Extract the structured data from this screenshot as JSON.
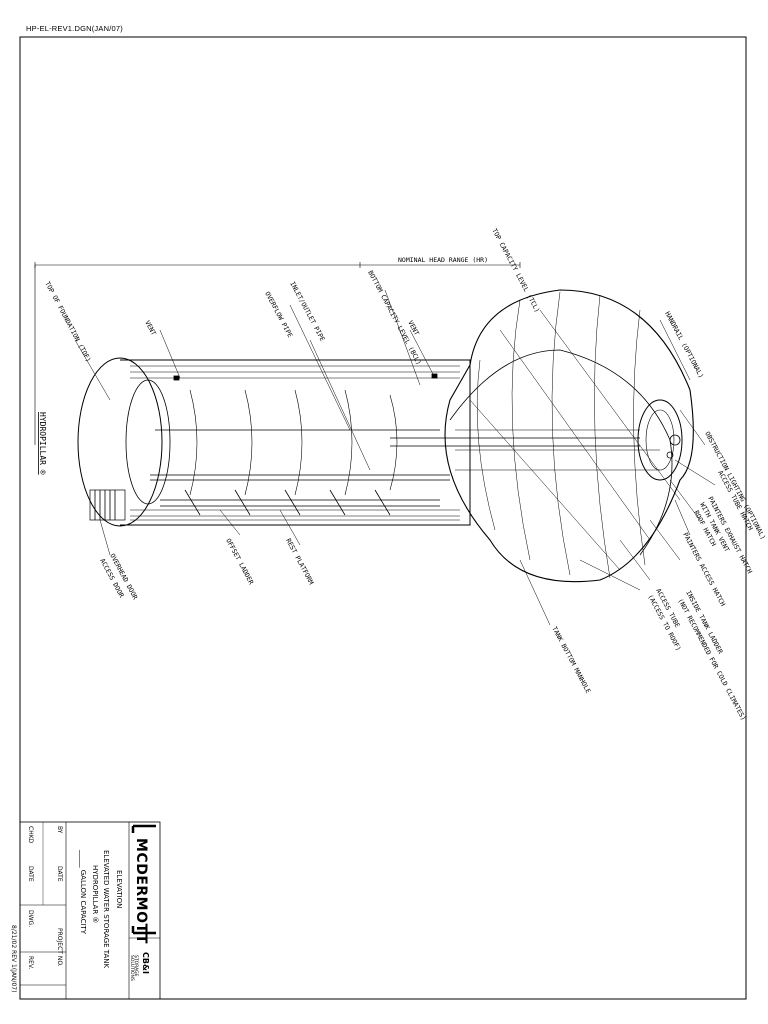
{
  "file_ref": "HP-EL-REV1.DGN(JAN/07)",
  "labels": {
    "top_of_foundation": "TOP OF FOUNDATION (TOF)",
    "nominal_head_range": "NOMINAL HEAD RANGE (HR)",
    "bottom_capacity_level": "BOTTOM CAPACITY LEVEL (BCL)",
    "top_capacity_level": "TOP CAPACITY LEVEL (TCL)",
    "vent_upper": "VENT",
    "vent_lower": "VENT",
    "inlet_outlet_pipe": "INLET/OUTLET PIPE",
    "overflow_pipe": "OVERFLOW PIPE",
    "handrail": "HANDRAIL (OPTIONAL)",
    "obstruction_lighting": "OBSTRUCTION LIGHTING (OPTIONAL)",
    "access_tube_hatch": "ACCESS TUBE HATCH",
    "painters_exhaust_hatch": "PAINTERS EXHAUST HATCH",
    "with_tank_vent": "WITH TANK VENT",
    "roof_hatch": "ROOF HATCH",
    "painters_access_hatch": "PAINTERS ACCESS HATCH",
    "inside_tank_ladder": "INSIDE TANK LADDER",
    "not_recommended": "(NOT RECOMMENDED FOR COLD CLIMATES)",
    "access_tube": "ACCESS TUBE",
    "access_to_roof": "(ACCESS TO ROOF)",
    "tank_bottom_manhole": "TANK BOTTOM MANHOLE",
    "rest_platform": "REST PLATFORM",
    "offset_ladder": "OFFSET LADDER",
    "overhead_door": "OVERHEAD DOOR",
    "access_door": "ACCESS DOOR",
    "hydropillar": "HYDROPILLAR ®"
  },
  "title_block": {
    "company": "MCDERMOTT",
    "cbi": "CB&I",
    "storage": "STORAGE",
    "solutions": "SOLUTIONS",
    "title1": "ELEVATION",
    "title2": "ELEVATED WATER STORAGE TANK",
    "title3": "HYDROPILLAR ®",
    "title4": "_____ GALLON CAPACITY",
    "by": "BY",
    "date": "DATE",
    "chkd": "CHKD",
    "project_no": "PROJECT NO.",
    "dwg": "DWG.",
    "rev": "REV.",
    "footer": "8/21/02 REV 1(JAN/07)"
  }
}
